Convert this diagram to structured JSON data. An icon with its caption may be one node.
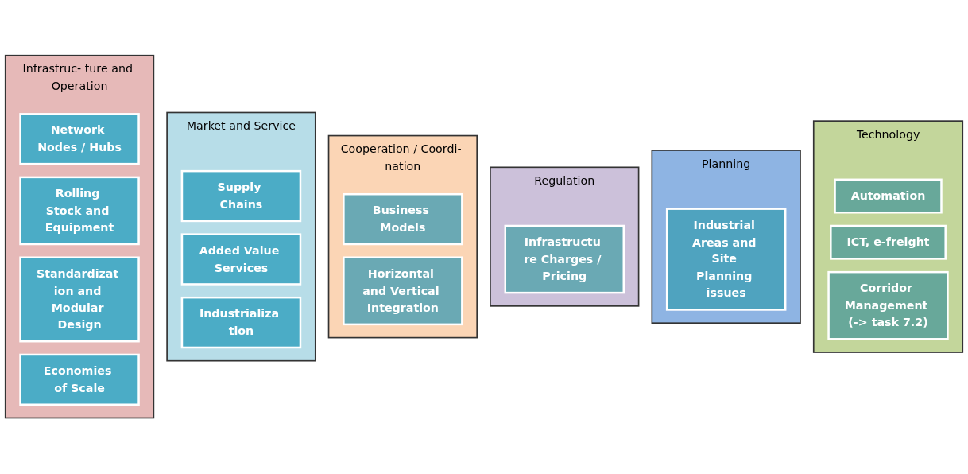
{
  "diagram": {
    "nodes": [
      {
        "text": [
          "Infrastruc- ture and Operation"
        ]
      },
      {
        "text": [
          "Network Nodes / Hubs"
        ],
        "in": 0
      },
      {
        "text": [
          "Rolling Stock and Equipment"
        ],
        "in": 0
      },
      {
        "text": [
          "Standardizat ion and Modular Design"
        ],
        "in": 0
      },
      {
        "text": [
          "Economies of Scale"
        ],
        "in": 0
      },
      {
        "text": [
          "Market and Service"
        ]
      },
      {
        "text": [
          "Supply Chains"
        ],
        "in": 5
      },
      {
        "text": [
          "Added Value Services"
        ],
        "in": 5
      },
      {
        "text": [
          "Industrializa tion"
        ],
        "in": 5
      },
      {
        "text": [
          "Cooperation / Coordi- nation"
        ]
      },
      {
        "text": [
          "Business Models"
        ],
        "in": 9
      },
      {
        "text": [
          "Horizontal and Vertical Integration"
        ],
        "in": 9
      },
      {
        "text": [
          "Regulation"
        ]
      },
      {
        "text": [
          "Infrastructu re Charges / Pricing"
        ],
        "in": 12
      },
      {
        "text": [
          "Planning"
        ]
      },
      {
        "text": [
          "Industrial Areas and Site Planning issues"
        ],
        "in": 14
      },
      {
        "text": [
          "Technology"
        ]
      },
      {
        "text": [
          "Automation"
        ],
        "in": 16
      },
      {
        "text": [
          "ICT, e-freight"
        ],
        "in": 16
      },
      {
        "text": [
          "Corridor Management (-> task 7.2)"
        ],
        "in": 16
      }
    ],
    "edges": []
  }
}
